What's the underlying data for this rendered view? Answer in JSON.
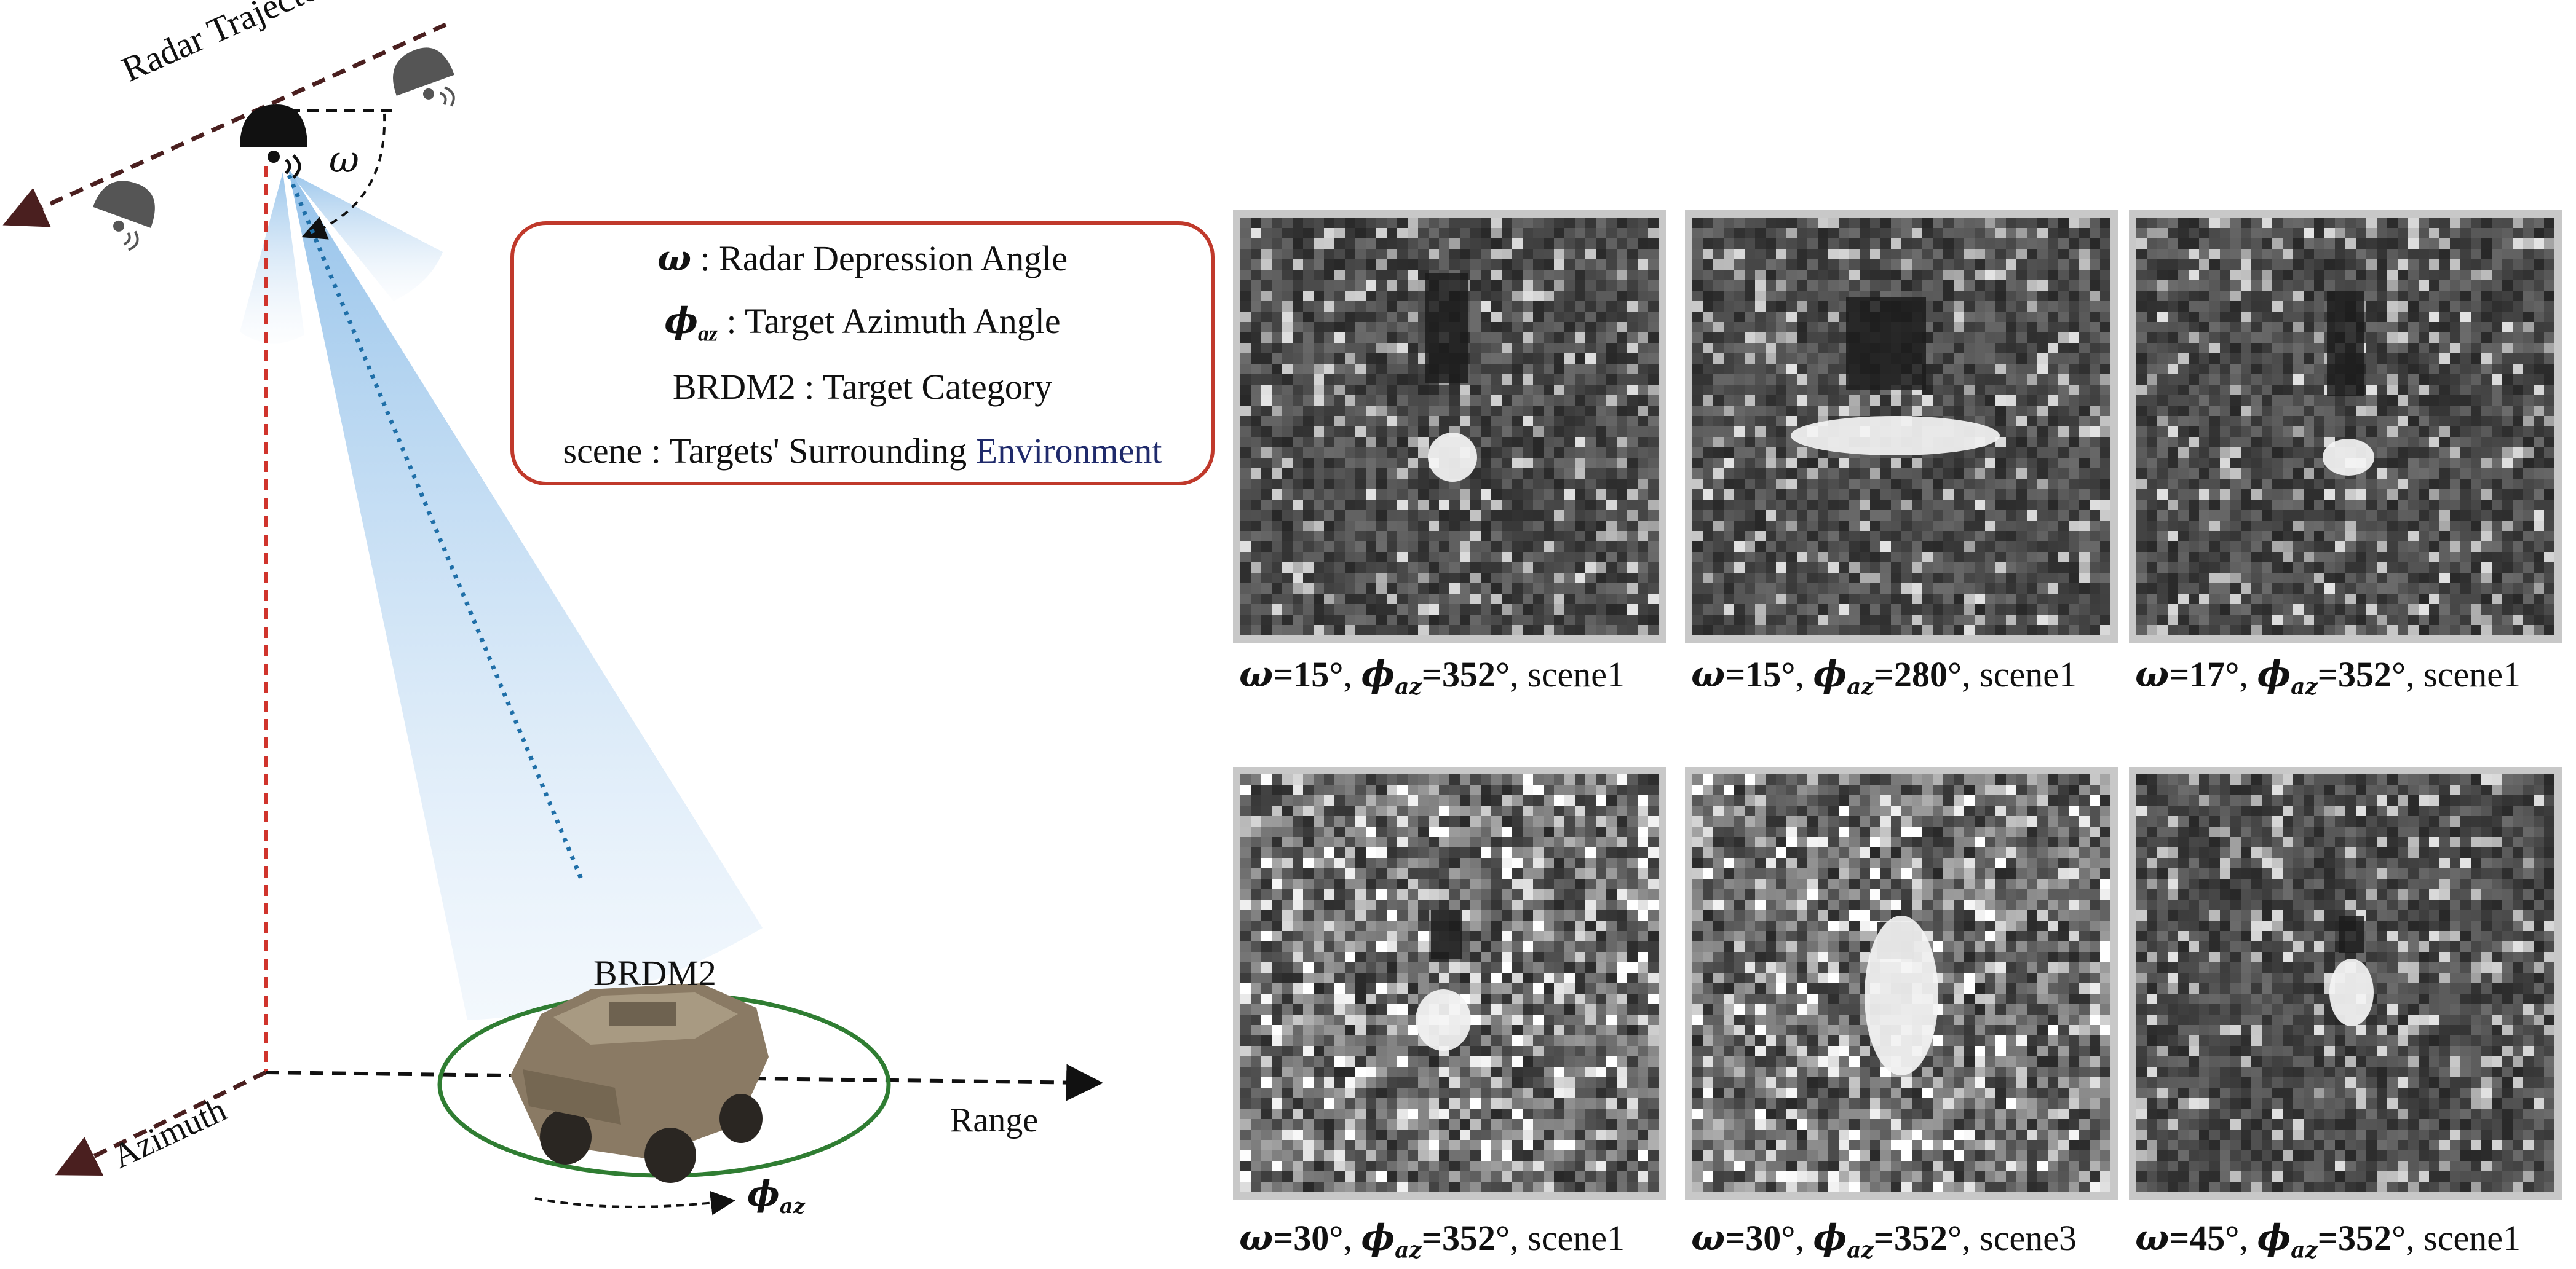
{
  "labels": {
    "radar_trajectory": "Radar Trajectory",
    "omega": "ω",
    "target": "BRDM2",
    "azimuth": "Azimuth",
    "range": "Range",
    "phi": "ϕ",
    "phi_sub": "az"
  },
  "legend": [
    {
      "symbol": "ω",
      "sub": "",
      "text": " : Radar Depression Angle",
      "env": ""
    },
    {
      "symbol": "ϕ",
      "sub": "az",
      "text": " : Target Azimuth  Angle",
      "env": ""
    },
    {
      "symbol": "",
      "sub": "",
      "text": "BRDM2 : Target Category",
      "env": ""
    },
    {
      "symbol": "",
      "sub": "",
      "text": "scene : Targets' Surrounding ",
      "env": "Environment"
    }
  ],
  "panels": [
    {
      "omega": "15°",
      "phi": "352°",
      "scene": "scene1"
    },
    {
      "omega": "15°",
      "phi": "280°",
      "scene": "scene1"
    },
    {
      "omega": "17°",
      "phi": "352°",
      "scene": "scene1"
    },
    {
      "omega": "30°",
      "phi": "352°",
      "scene": "scene1"
    },
    {
      "omega": "30°",
      "phi": "352°",
      "scene": "scene3"
    },
    {
      "omega": "45°",
      "phi": "352°",
      "scene": "scene1"
    }
  ],
  "colors": {
    "beam": "#a9cdee",
    "trajectory": "#4a1f1f",
    "vertical": "#d0342c",
    "ring": "#2f7d32",
    "legend_border": "#c0392b",
    "panel_border": "#c8c8c8"
  }
}
